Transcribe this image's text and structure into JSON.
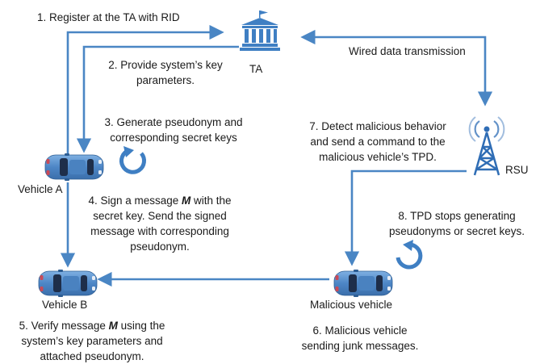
{
  "colors": {
    "arrow": "#4a86c4",
    "vehicle_body": "#5b93cf",
    "vehicle_dark": "#1e2e4a",
    "ta_icon": "#3f7fc3",
    "rsu": "#2f6db5"
  },
  "icons": {
    "ta": "government-building-icon",
    "rsu": "radio-tower-icon",
    "vehicle": "car-top-view-icon",
    "loop": "circular-arrow-icon"
  },
  "nodes": {
    "ta": "TA",
    "rsu": "RSU",
    "vehicle_a": "Vehicle A",
    "vehicle_b": "Vehicle B",
    "malicious": "Malicious vehicle"
  },
  "steps": {
    "s1": "1. Register at the TA with RID",
    "s2_l1": "2. Provide system’s key",
    "s2_l2": "parameters.",
    "s3_l1": "3. Generate pseudonym and",
    "s3_l2": "corresponding secret keys",
    "s4_l1_pre": "4. Sign a message ",
    "s4_l1_var": "M",
    "s4_l1_post": " with the",
    "s4_l2": "secret key. Send the signed",
    "s4_l3": "message with corresponding",
    "s4_l4": "pseudonym.",
    "s5_l1_pre": "5. Verify message ",
    "s5_l1_var": "M",
    "s5_l1_post": " using the",
    "s5_l2": "system’s key parameters and",
    "s5_l3": "attached pseudonym.",
    "s6_l1": "6. Malicious vehicle",
    "s6_l2": "sending junk messages.",
    "s7_l1": "7. Detect malicious behavior",
    "s7_l2": "and send a command to the",
    "s7_l3": "malicious vehicle’s TPD.",
    "s8_l1": "8. TPD stops generating",
    "s8_l2": "pseudonyms or secret keys.",
    "wired": "Wired data transmission"
  }
}
